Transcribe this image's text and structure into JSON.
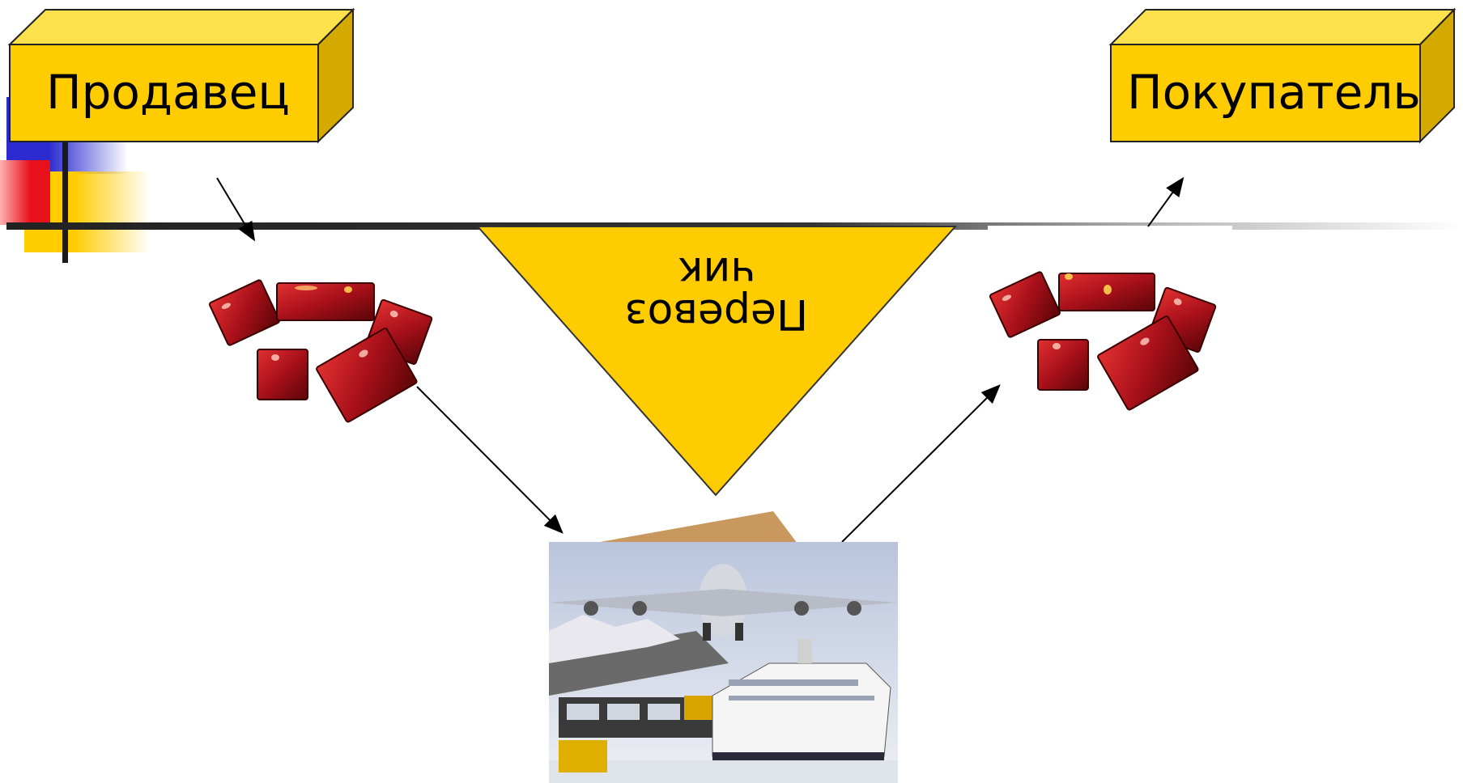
{
  "diagram": {
    "seller": {
      "label": "Продавец"
    },
    "buyer": {
      "label": "Покупатель"
    },
    "carrier": {
      "line1": "Перевоз",
      "line2": "чик"
    }
  },
  "colors": {
    "box_face": "#ffcc00",
    "box_top": "#ffe14d",
    "box_side": "#d4aa00",
    "package_red": "#a8101a",
    "deco_blue": "#2b2bd0",
    "deco_red": "#e8101a"
  },
  "icons": [
    "packages-image",
    "transport-image"
  ]
}
